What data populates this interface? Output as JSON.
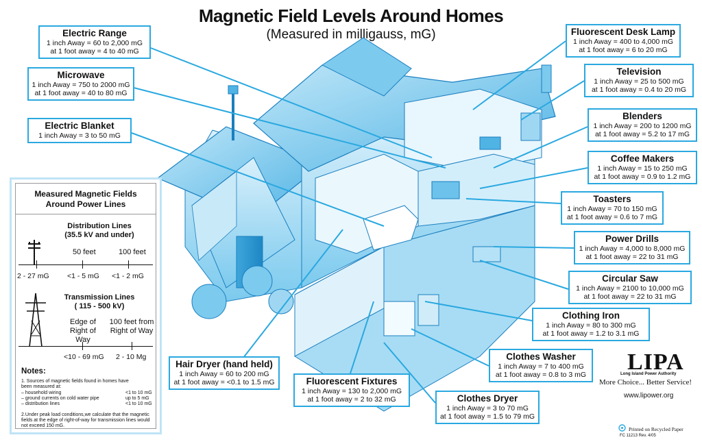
{
  "title": "Magnetic Field Levels Around Homes",
  "subtitle": "(Measured in milligauss, mG)",
  "colors": {
    "accent": "#29a8e0",
    "house_blue": "#4fb3e4",
    "panel_border": "#bfe4f6"
  },
  "callouts": {
    "electric_range": {
      "name": "Electric Range",
      "lines": [
        "1 inch Away = 60 to 2,000 mG",
        "at 1 foot away = 4 to 40 mG"
      ]
    },
    "microwave": {
      "name": "Microwave",
      "lines": [
        "1 inch Away = 750 to 2000 mG",
        "at 1 foot away = 40 to 80 mG"
      ]
    },
    "electric_blanket": {
      "name": "Electric Blanket",
      "lines": [
        "1 inch Away = 3 to 50 mG"
      ]
    },
    "fluorescent_desk_lamp": {
      "name": "Fluorescent Desk Lamp",
      "lines": [
        "1 inch Away = 400 to 4,000 mG",
        "at 1 foot away = 6 to 20 mG"
      ]
    },
    "television": {
      "name": "Television",
      "lines": [
        "1 inch Away = 25 to 500 mG",
        "at 1 foot away = 0.4 to 20 mG"
      ]
    },
    "blenders": {
      "name": "Blenders",
      "lines": [
        "1 inch Away = 200 to 1200 mG",
        "at 1 foot away = 5.2 to 17 mG"
      ]
    },
    "coffee_makers": {
      "name": "Coffee Makers",
      "lines": [
        "1 inch Away = 15 to 250 mG",
        "at 1 foot away = 0.9 to 1.2 mG"
      ]
    },
    "toasters": {
      "name": "Toasters",
      "lines": [
        "1 inch Away = 70 to 150 mG",
        "at 1 foot away = 0.6 to 7 mG"
      ]
    },
    "power_drills": {
      "name": "Power Drills",
      "lines": [
        "1 inch Away = 4,000 to 8,000 mG",
        "at 1 foot away = 22 to 31 mG"
      ]
    },
    "circular_saw": {
      "name": "Circular Saw",
      "lines": [
        "1 inch Away = 2100 to 10,000 mG",
        "at 1 foot away = 22 to 31 mG"
      ]
    },
    "clothing_iron": {
      "name": "Clothing Iron",
      "lines": [
        "1 inch Away = 80 to 300 mG",
        "at 1 foot away = 1.2 to 3.1 mG"
      ]
    },
    "clothes_washer": {
      "name": "Clothes Washer",
      "lines": [
        "1 inch Away = 7 to 400 mG",
        "at 1 foot away = 0.8 to 3 mG"
      ]
    },
    "clothes_dryer": {
      "name": "Clothes Dryer",
      "lines": [
        "1 inch Away = 3 to 70 mG",
        "at 1 foot away = 1.5 to 79 mG"
      ]
    },
    "hair_dryer": {
      "name": "Hair Dryer (hand held)",
      "lines": [
        "1 inch Away = 60 to 200 mG",
        "at 1 foot away = <0.1 to 1.5 mG"
      ]
    },
    "fluorescent_fixtures": {
      "name": "Fluorescent Fixtures",
      "lines": [
        "1 inch Away = 130 to 2,000 mG",
        "at 1 foot away = 2 to 32 mG"
      ]
    }
  },
  "power_lines_panel": {
    "title_line1": "Measured Magnetic Fields",
    "title_line2": "Around Power Lines",
    "distribution": {
      "title": "Distribution Lines",
      "subtitle": "(35.5 kV and under)",
      "headers": [
        "50 feet",
        "100 feet"
      ],
      "values": [
        "2 - 27 mG",
        "<1 - 5 mG",
        "<1 - 2 mG"
      ]
    },
    "transmission": {
      "title": "Transmission Lines",
      "subtitle": "( 115 - 500 kV)",
      "header_edge_line1": "Edge of",
      "header_edge_line2": "Right of Way",
      "header_far_line1": "100 feet from",
      "header_far_line2": "Right of Way",
      "values": [
        "<10 - 69 mG",
        "2 - 10 Mg"
      ]
    },
    "notes_title": "Notes:",
    "note1_intro": "1. Sources of magnetic fields found in homes have been measured at:",
    "note1_items": [
      {
        "label": "– household wiring",
        "value": "<1 to 10 mG"
      },
      {
        "label": "– ground currents on cold water pipe",
        "value": "up to 5 mG"
      },
      {
        "label": "– distribution lines",
        "value": "<1 to 10 mG"
      }
    ],
    "note2": "2.Under peak load conditions,we calculate that the magnetic fields at the edge of right-of-way for transmission lines would not exceed 150 mG."
  },
  "branding": {
    "logo": "LIPA",
    "logo_sub": "Long Island Power Authority",
    "tagline": "More Choice... Better Service!",
    "website": "www.lipower.org",
    "recycled": "Printed on Recycled Paper",
    "form_code": "FC 11213    Rev. 4/05"
  }
}
